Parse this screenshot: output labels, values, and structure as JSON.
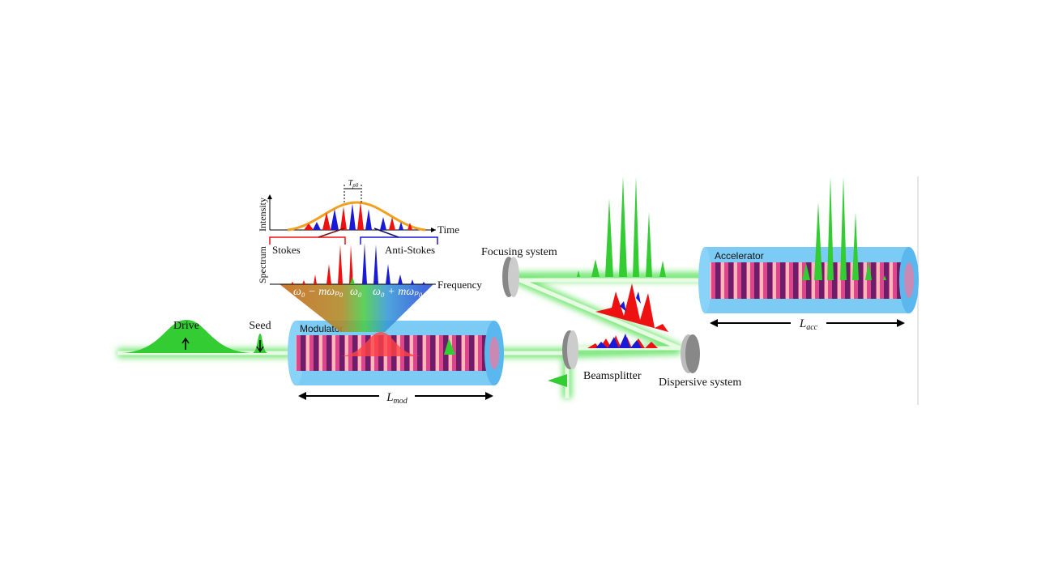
{
  "labels": {
    "drive": "Drive",
    "seed": "Seed",
    "modulator": "Modulator",
    "accelerator": "Accelerator",
    "focusing_system": "Focusing system",
    "beamsplitter": "Beamsplitter",
    "dispersive_system": "Dispersive system",
    "l_mod": {
      "main": "L",
      "sub": "mod"
    },
    "l_acc": {
      "main": "L",
      "sub": "acc"
    }
  },
  "inset": {
    "intensity_axis": "Intensity",
    "time_axis": "Time",
    "spectrum_axis": "Spectrum",
    "frequency_axis": "Frequency",
    "period": {
      "main": "T",
      "sub": "p0"
    },
    "stokes": "Stokes",
    "anti_stokes": "Anti-Stokes",
    "stokes_freq": "ω₀ − mωₚ₀",
    "center_freq": "ω₀",
    "anti_stokes_freq": "ω₀ + mωₚ₀"
  },
  "colors": {
    "beam": "#3ddc3d",
    "plasma": "#e0448c",
    "tube": "#7ccbf5",
    "stokes": "#ee1111",
    "anti_stokes": "#1a1ad6"
  }
}
